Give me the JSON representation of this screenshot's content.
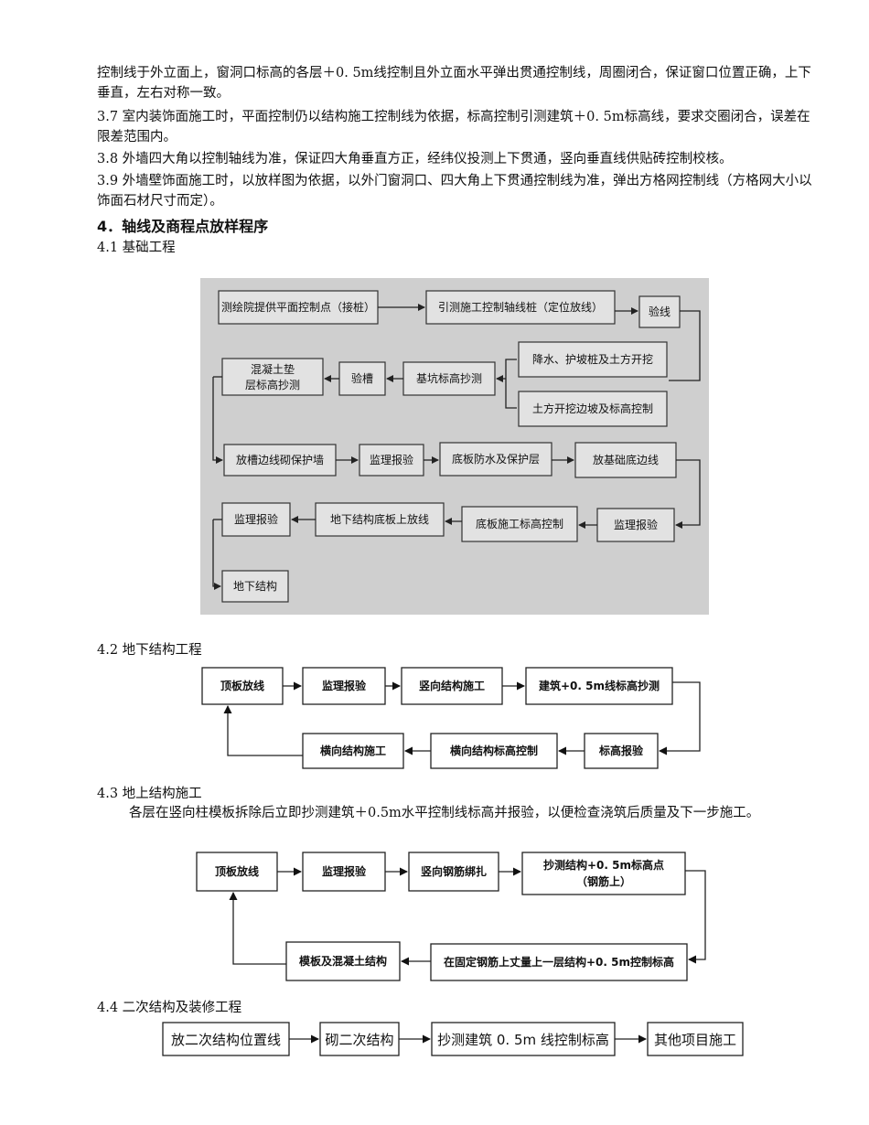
{
  "paragraphs": [
    "控制线于外立面上，窗洞口标高的各层＋0. 5m线控制且外立面水平弹出贯通控制线，周圈闭合，保证窗口位置正确，上下垂直，左右对称一致。",
    "3.7  室内装饰面施工时，平面控制仍以结构施工控制线为依据，标高控制引测建筑＋0. 5m标高线，要求交圈闭合，误差在限差范围内。",
    "3.8  外墙四大角以控制轴线为准，保证四大角垂直方正，经纬仪投测上下贯通，竖向垂直线供贴砖控制校核。",
    "3.9  外墙壁饰面施工时，以放样图为依据，以外门窗洞口、四大角上下贯通控制线为准，弹出方格网控制线（方格网大小以饰面石材尺寸而定）。"
  ],
  "section4_title": "4．轴线及商程点放样程序",
  "s41": {
    "title": "4.1  基础工程",
    "nodes": {
      "a": "测绘院提供平面控制点（接桩）",
      "b": "引测施工控制轴线桩（定位放线）",
      "c": "验线",
      "d": "降水、护坡桩及土方开挖",
      "e": "土方开挖边坡及标高控制",
      "f": "基坑标高抄测",
      "g": "验槽",
      "h1": "混凝土垫",
      "h2": "层标高抄测",
      "i": "放槽边线砌保护墙",
      "j": "监理报验",
      "k": "底板防水及保护层",
      "l": "放基础底边线",
      "m": "监理报验",
      "n": "底板施工标高控制",
      "o": "地下结构底板上放线",
      "p": "监理报验",
      "q": "地下结构"
    }
  },
  "s42": {
    "title": "4.2  地下结构工程",
    "nodes": {
      "a": "顶板放线",
      "b": "监理报验",
      "c": "竖向结构施工",
      "d": "建筑+0. 5m线标高抄测",
      "e": "标高报验",
      "f": "横向结构标高控制",
      "g": "横向结构施工"
    }
  },
  "s43": {
    "title": "4.3  地上结构施工",
    "text": "各层在竖向柱模板拆除后立即抄测建筑＋0.5m水平控制线标高并报验，以便检查浇筑后质量及下一步施工。",
    "nodes": {
      "a": "顶板放线",
      "b": "监理报验",
      "c": "竖向钢筋绑扎",
      "d1": "抄测结构+0. 5m标高点",
      "d2": "（钢筋上）",
      "e": "在固定钢筋上丈量上一层结构+0. 5m控制标高",
      "f": "模板及混凝土结构"
    }
  },
  "s44": {
    "title": "4.4  二次结构及装修工程",
    "nodes": {
      "a": "放二次结构位置线",
      "b": "砌二次结构",
      "c": "抄测建筑 0. 5m 线控制标高",
      "d": "其他项目施工"
    }
  }
}
